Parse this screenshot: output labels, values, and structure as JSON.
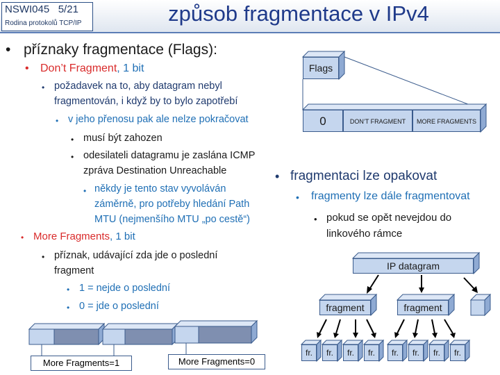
{
  "header": {
    "course_code": "NSWI045",
    "slide_number": "5/21",
    "course_name": "Rodina protokolů TCP/IP",
    "title": "způsob fragmentace v IPv4"
  },
  "left": {
    "flags_heading": "příznaky fragmentace (Flags):",
    "dont_fragment_name": "Don’t Fragment",
    "dont_fragment_size": ", 1 bit",
    "df_line1": "požadavek na to, aby datagram nebyl",
    "df_line2": "fragmentován, i když by to bylo zapotřebí",
    "df_transfer": "v jeho přenosu pak ale nelze pokračovat",
    "df_discard": "musí být zahozen",
    "df_icmp_line1": "odesilateli datagramu je zaslána ICMP",
    "df_icmp_line2": "zpráva Destination Unreachable",
    "df_intent_line1": "někdy je tento stav vyvoláván",
    "df_intent_line2": "záměrně, pro potřeby hledání Path",
    "df_intent_line3": "MTU (nejmenšího MTU „po cestě“)",
    "more_fragments_name": "More Fragments",
    "more_fragments_size": ", 1 bit",
    "mf_line1": "příznak, udávající zda jde o poslední",
    "mf_line2": "fragment",
    "mf_one": "1 = nejde  o poslední",
    "mf_zero": "0 = jde o poslední"
  },
  "flags_diagram": {
    "flags_label": "Flags",
    "bit0": "0",
    "bit1": "DON’T FRAGMENT",
    "bit2": "MORE FRAGMENTS"
  },
  "bottom_left": {
    "mf1_label": "More Fragments=1",
    "mf0_label": "More Fragments=0"
  },
  "right": {
    "repeat_heading": "fragmentaci lze opakovat",
    "repeat_sub": "fragmenty lze dále fragmentovat",
    "repeat_line1": "pokud se opět nevejdou do",
    "repeat_line2": "linkového rámce"
  },
  "tree": {
    "root": "IP datagram",
    "fragment_a": "fragment",
    "fragment_b": "fragment",
    "leaf": "fr."
  },
  "colors": {
    "title": "#1f3a8a",
    "red": "#d92b2b",
    "blue": "#1f6fb5",
    "box_fill": "#c5d6ee",
    "box_side": "#8faad3",
    "box_top": "#dde7f6",
    "dark_fill": "#7f8fb0"
  }
}
